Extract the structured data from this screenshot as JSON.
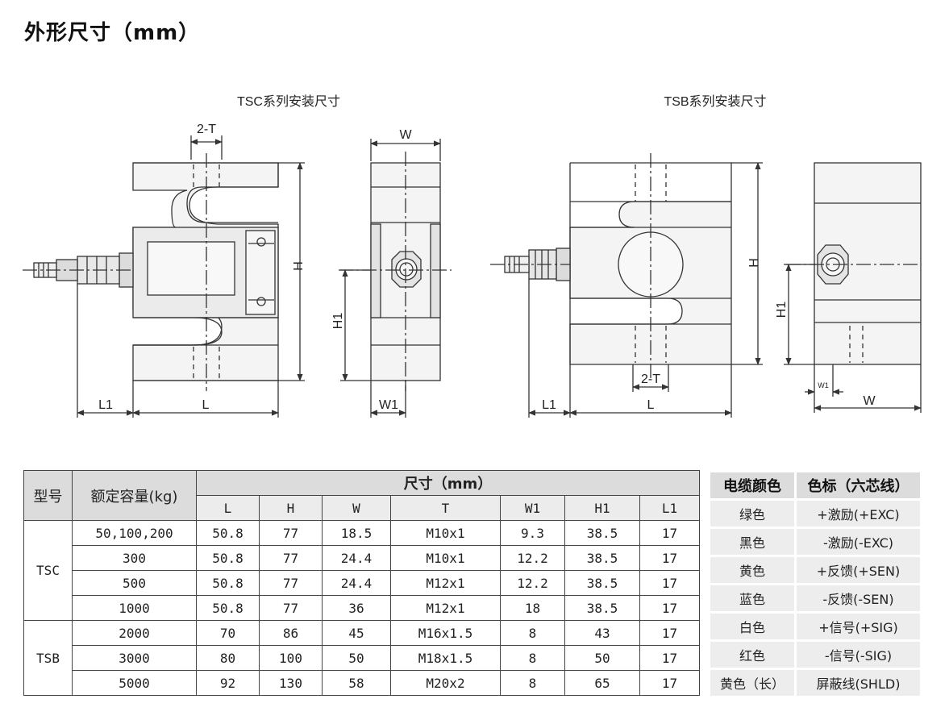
{
  "page_title": "外形尺寸（mm）",
  "diagram": {
    "tsc": {
      "caption": "TSC系列安装尺寸",
      "labels": {
        "thread": "2-T",
        "height": "H",
        "width": "W",
        "h1": "H1",
        "w1": "W1",
        "l1": "L1",
        "l": "L"
      }
    },
    "tsb": {
      "caption": "TSB系列安装尺寸",
      "labels": {
        "thread": "2-T",
        "height": "H",
        "h1": "H1",
        "w1": "W1",
        "width": "W",
        "l1": "L1",
        "l": "L"
      }
    }
  },
  "spec_table": {
    "model_header": "型号",
    "capacity_header": "额定容量(kg)",
    "dims_header": "尺寸（mm）",
    "columns": [
      "L",
      "H",
      "W",
      "T",
      "W1",
      "H1",
      "L1"
    ],
    "groups": [
      {
        "model": "TSC",
        "rows": [
          {
            "capacity": "50,100,200",
            "values": [
              "50.8",
              "77",
              "18.5",
              "M10x1",
              "9.3",
              "38.5",
              "17"
            ]
          },
          {
            "capacity": "300",
            "values": [
              "50.8",
              "77",
              "24.4",
              "M10x1",
              "12.2",
              "38.5",
              "17"
            ]
          },
          {
            "capacity": "500",
            "values": [
              "50.8",
              "77",
              "24.4",
              "M12x1",
              "12.2",
              "38.5",
              "17"
            ]
          },
          {
            "capacity": "1000",
            "values": [
              "50.8",
              "77",
              "36",
              "M12x1",
              "18",
              "38.5",
              "17"
            ]
          }
        ]
      },
      {
        "model": "TSB",
        "rows": [
          {
            "capacity": "2000",
            "values": [
              "70",
              "86",
              "45",
              "M16x1.5",
              "8",
              "43",
              "17"
            ]
          },
          {
            "capacity": "3000",
            "values": [
              "80",
              "100",
              "50",
              "M18x1.5",
              "8",
              "50",
              "17"
            ]
          },
          {
            "capacity": "5000",
            "values": [
              "92",
              "130",
              "58",
              "M20x2",
              "8",
              "65",
              "17"
            ]
          }
        ]
      }
    ]
  },
  "color_table": {
    "headers": [
      "电缆颜色",
      "色标（六芯线）"
    ],
    "rows": [
      {
        "color": "绿色",
        "signal": "+激励(+EXC)"
      },
      {
        "color": "黑色",
        "signal": "-激励(-EXC)"
      },
      {
        "color": "黄色",
        "signal": "+反馈(+SEN)"
      },
      {
        "color": "蓝色",
        "signal": "-反馈(-SEN)"
      },
      {
        "color": "白色",
        "signal": "+信号(+SIG)"
      },
      {
        "color": "红色",
        "signal": "-信号(-SIG)"
      },
      {
        "color": "黄色（长）",
        "signal": "屏蔽线(SHLD)"
      }
    ]
  }
}
